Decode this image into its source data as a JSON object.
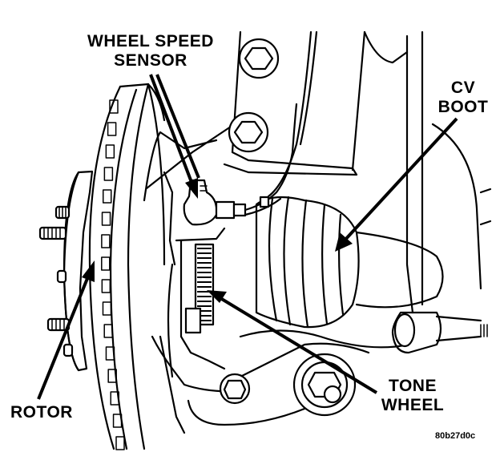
{
  "figure": {
    "title": "Wheel speed sensor and tone wheel location",
    "callouts": {
      "wheel_speed_sensor": {
        "line1": "WHEEL SPEED",
        "line2": "SENSOR"
      },
      "cv_boot": {
        "line1": "CV",
        "line2": "BOOT"
      },
      "rotor": {
        "line1": "ROTOR"
      },
      "tone_wheel": {
        "line1": "TONE",
        "line2": "WHEEL"
      }
    },
    "figure_code": "80b27d0c",
    "colors": {
      "ink": "#000000",
      "paper": "#ffffff"
    }
  }
}
